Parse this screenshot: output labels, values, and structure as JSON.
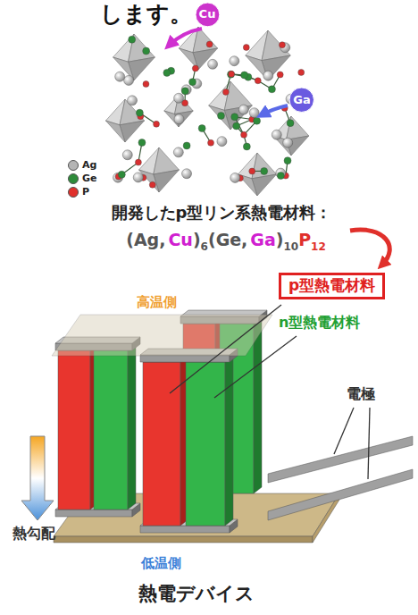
{
  "diagram": {
    "caption": "熱電デバイス",
    "nodes": [
      {
        "text": [
          "Cu"
        ]
      },
      {
        "text": [
          "Ga"
        ]
      },
      {
        "text": [
          "p型熱電材料"
        ]
      }
    ],
    "labels": [
      "します。",
      "開発したp型リン系熱電材料：",
      "(Ag,",
      "Cu",
      ")",
      "6",
      "(Ge,",
      "Ga",
      ")",
      "10",
      "P",
      "12",
      "高温側",
      "n型熱電材料",
      "電極",
      "熱勾配",
      "低温側"
    ],
    "legend": [
      {
        "text": "Ag",
        "color": "#b4b4b4"
      },
      {
        "text": "Ge",
        "color": "#2e8b3a"
      },
      {
        "text": "P",
        "color": "#e0302b"
      }
    ]
  }
}
